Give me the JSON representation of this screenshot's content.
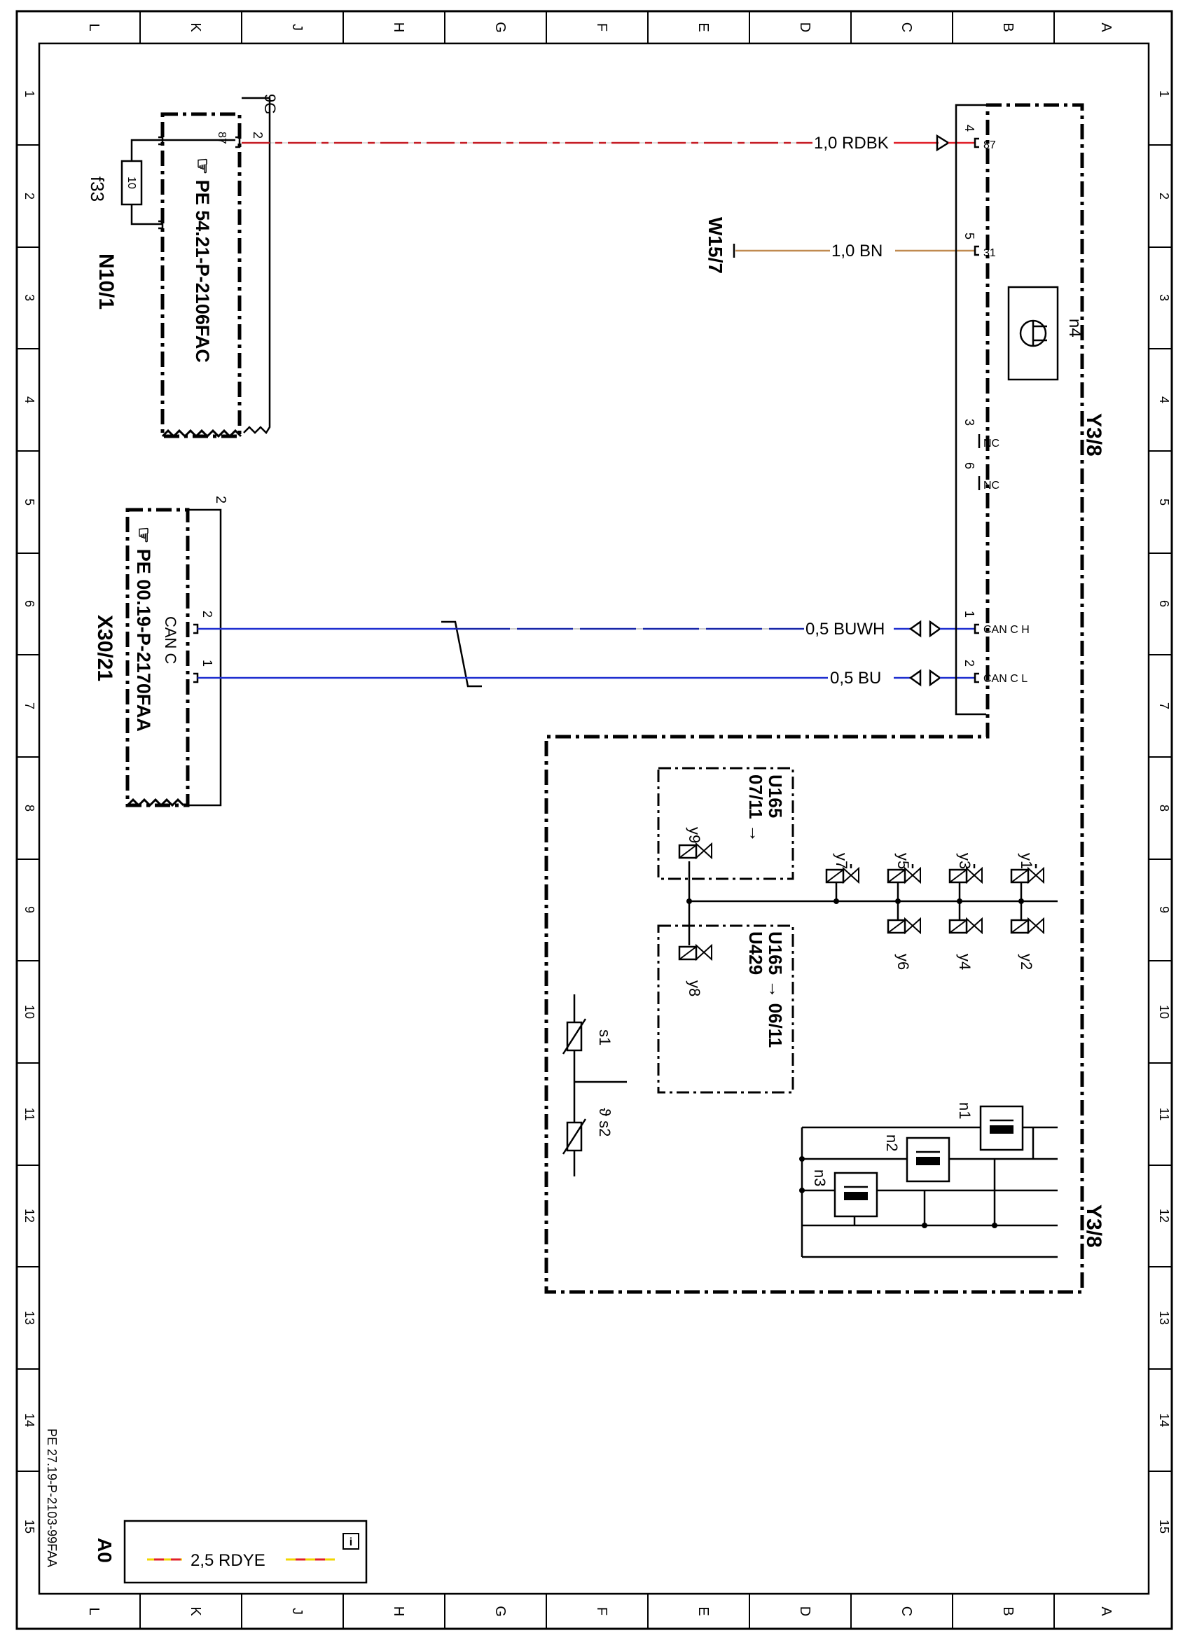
{
  "sheet": {
    "columns": [
      "L",
      "K",
      "J",
      "H",
      "G",
      "F",
      "E",
      "D",
      "C",
      "B",
      "A"
    ],
    "rows": [
      "1",
      "2",
      "3",
      "4",
      "5",
      "6",
      "7",
      "8",
      "9",
      "10",
      "11",
      "12",
      "13",
      "14",
      "15"
    ],
    "doc_number": "PE 27.19-P-2103-99FAA"
  },
  "components": {
    "n10_1": {
      "label": "N10/1",
      "ref": "PE 54.21-P-2106FAC",
      "pin_87": "87",
      "pin_2": "2",
      "connector": "9G",
      "fuse_label": "f33",
      "fuse_rating": "10"
    },
    "x30_21": {
      "label": "X30/21",
      "ref": "PE 00.19-P-2170FAA",
      "bus": "CAN C",
      "pin_2": "2",
      "pin_1": "1",
      "top_pin": "2"
    },
    "w15_7": {
      "label": "W15/7"
    },
    "y3_8": {
      "label": "Y3/8",
      "pins": [
        {
          "num": "4",
          "name": "87"
        },
        {
          "num": "5",
          "name": "31"
        },
        {
          "num": "3",
          "name": "NC"
        },
        {
          "num": "6",
          "name": "NC"
        },
        {
          "num": "1",
          "name": "CAN C H"
        },
        {
          "num": "2",
          "name": "CAN C L"
        }
      ],
      "transistor_label": "n4"
    }
  },
  "wires": [
    {
      "label": "1,0 RDBK",
      "color": "#e0202a"
    },
    {
      "label": "1,0 BN",
      "color": "#c08a50"
    },
    {
      "label": "0,5 BUWH",
      "color": "#1f2fd0"
    },
    {
      "label": "0,5 BU",
      "color": "#1f2fd0"
    }
  ],
  "valves": {
    "top": [
      "y1",
      "y3",
      "y5",
      "y7"
    ],
    "bottom": [
      "y2",
      "y4",
      "y6"
    ],
    "y9": "y9",
    "y8": "y8",
    "box1_code": "U165",
    "box1_date": "07/11",
    "box2_code1": "U165",
    "box2_code2": "U429",
    "box2_date": "06/11"
  },
  "sensors": {
    "s1": "s1",
    "s2": "s2",
    "theta": "ϑ"
  },
  "solenoid_labels": [
    "n1",
    "n2",
    "n3"
  ],
  "legend": {
    "title": "A0",
    "wire": "2,5 RDYE",
    "info_icon": "i"
  }
}
